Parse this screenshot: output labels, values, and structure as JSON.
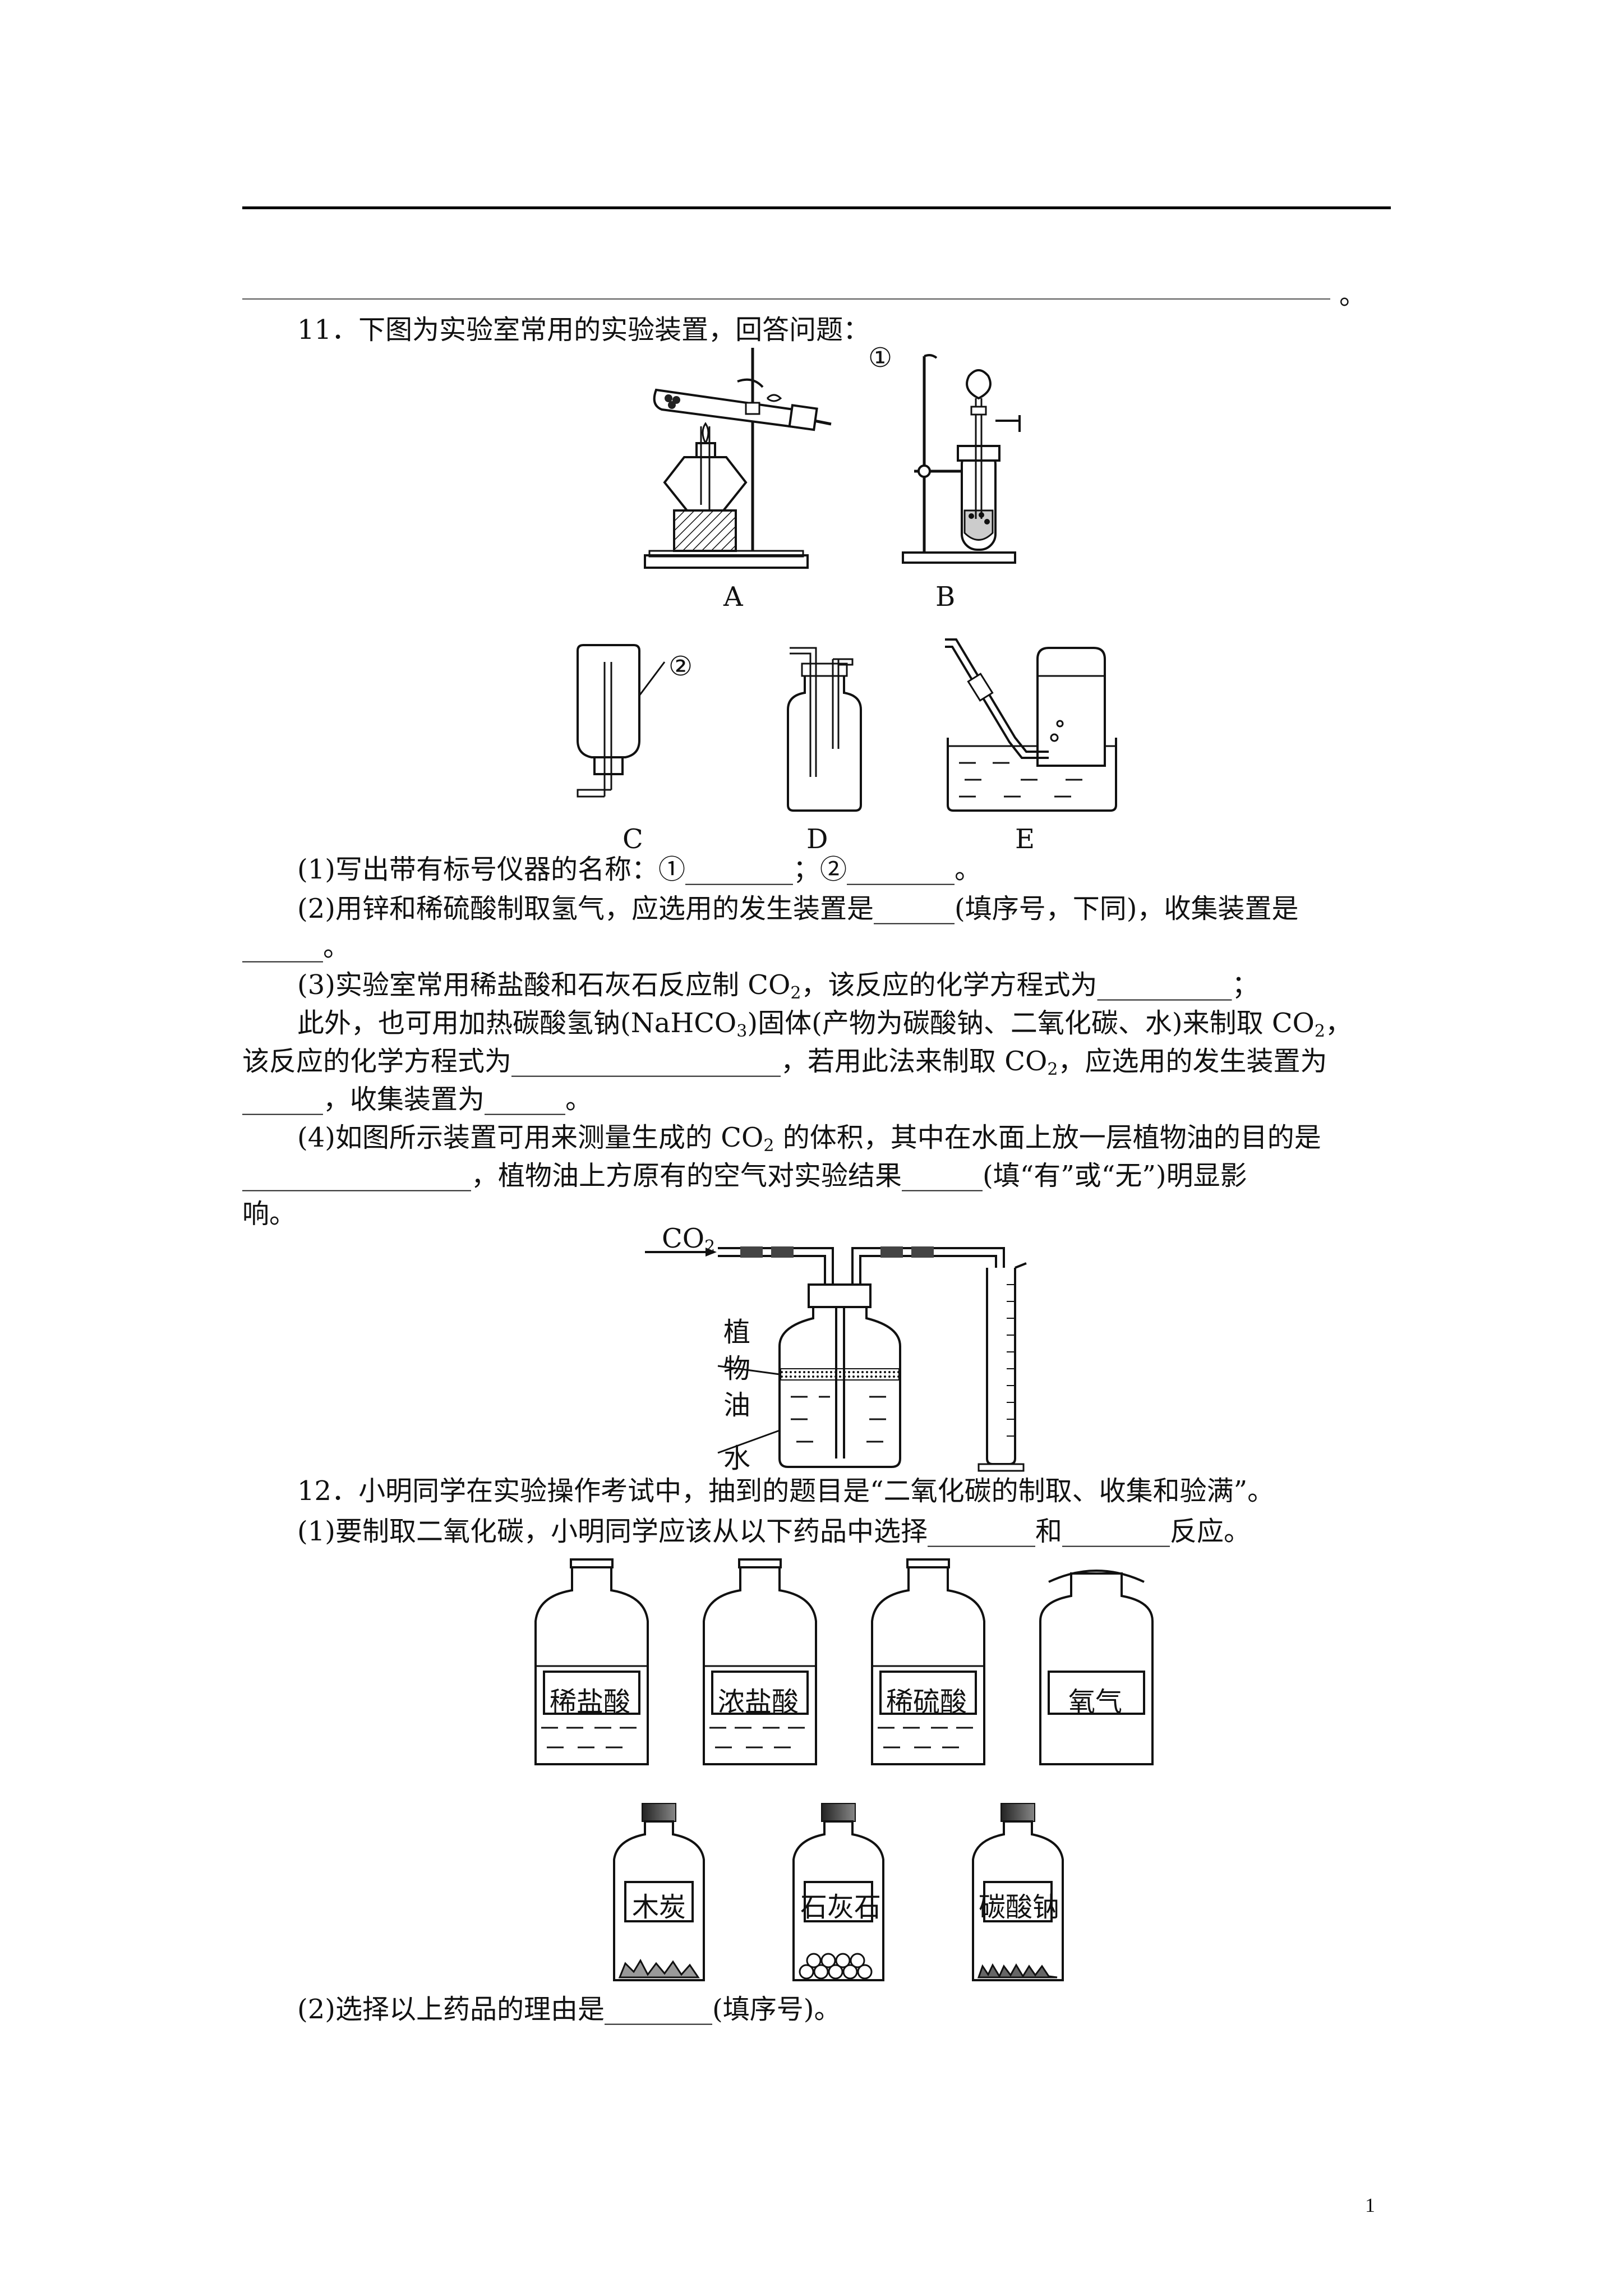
{
  "q10_end": "。",
  "q11": {
    "stem": "11．下图为实验室常用的实验装置，回答问题：",
    "app_labels": [
      "A",
      "B",
      "C",
      "D",
      "E"
    ],
    "marks": [
      "①",
      "②"
    ],
    "p1": "(1)写出带有标号仪器的名称：①________；②________。",
    "p2a": "(2)用锌和稀硫酸制取氢气，应选用的发生装置是______(填序号，下同)，收集装置是",
    "p2b": "______。",
    "p3a_pre": "(3)实验室常用稀盐酸和石灰石反应制 CO",
    "p3a_post": "，该反应的化学方程式为__________；",
    "p3b_pre": "此外，也可用加热碳酸氢钠(NaHCO",
    "p3b_mid": ")固体(产物为碳酸钠、二氧化碳、水)来制取 CO",
    "p3b_post": "，",
    "p3c_pre": "该反应的化学方程式为____________________，若用此法来制取 CO",
    "p3c_post": "，应选用的发生装置为",
    "p3d": "______，收集装置为______。",
    "p4a_pre": "(4)如图所示装置可用来测量生成的 CO",
    "p4a_post": " 的体积，其中在水面上放一层植物油的目的是",
    "p4b": "_________________，植物油上方原有的空气对实验结果______(填“有”或“无”)明显影",
    "p4c": "响。",
    "fig_co2": "CO",
    "fig_oil": [
      "植",
      "物",
      "油"
    ],
    "fig_water": "水",
    "sub2": "2",
    "sub3": "3"
  },
  "q12": {
    "stem": "12．小明同学在实验操作考试中，抽到的题目是“二氧化碳的制取、收集和验满”。",
    "p1": "(1)要制取二氧化碳，小明同学应该从以下药品中选择________和________反应。",
    "liquids": [
      "稀盐酸",
      "浓盐酸",
      "稀硫酸",
      "氧气"
    ],
    "solids": [
      "木炭",
      "石灰石",
      "碳酸钠"
    ],
    "p2": "(2)选择以上药品的理由是________(填序号)。"
  },
  "page_number": "1"
}
